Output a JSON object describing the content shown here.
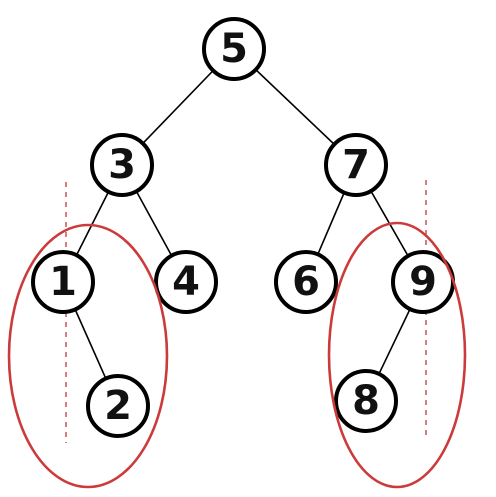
{
  "tree": {
    "nodes": [
      {
        "id": "n5",
        "label": "5"
      },
      {
        "id": "n3",
        "label": "3"
      },
      {
        "id": "n7",
        "label": "7"
      },
      {
        "id": "n1",
        "label": "1"
      },
      {
        "id": "n4",
        "label": "4"
      },
      {
        "id": "n6",
        "label": "6"
      },
      {
        "id": "n9",
        "label": "9"
      },
      {
        "id": "n2",
        "label": "2"
      },
      {
        "id": "n8",
        "label": "8"
      }
    ],
    "edges": [
      {
        "from": "n5",
        "to": "n3"
      },
      {
        "from": "n5",
        "to": "n7"
      },
      {
        "from": "n3",
        "to": "n1"
      },
      {
        "from": "n3",
        "to": "n4"
      },
      {
        "from": "n7",
        "to": "n6"
      },
      {
        "from": "n7",
        "to": "n9"
      },
      {
        "from": "n1",
        "to": "n2"
      },
      {
        "from": "n9",
        "to": "n8"
      }
    ],
    "highlight_groups": [
      {
        "name": "left-subtree-highlight",
        "members": [
          "n1",
          "n2"
        ]
      },
      {
        "name": "right-subtree-highlight",
        "members": [
          "n9",
          "n8"
        ]
      }
    ]
  },
  "colors": {
    "node_stroke": "#000000",
    "edge": "#000000",
    "highlight": "#cc3b3b",
    "guide_line": "#c0393b",
    "background": "#ffffff"
  }
}
